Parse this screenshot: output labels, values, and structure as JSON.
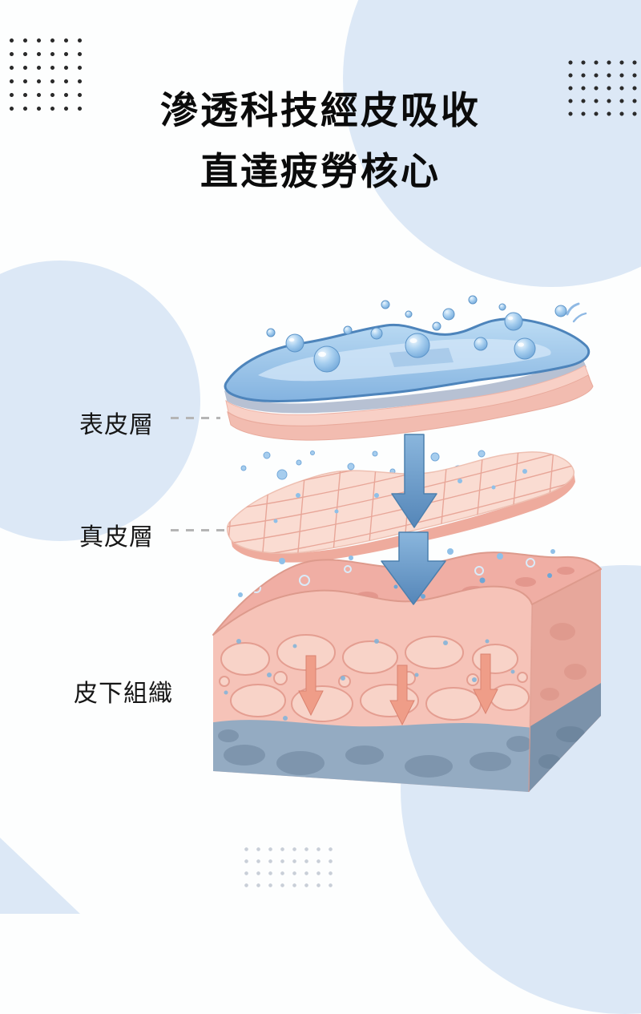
{
  "page": {
    "background_color": "#fdfefe",
    "accent_blob_color": "#dce8f6"
  },
  "title": {
    "line1": "滲透科技經皮吸收",
    "line2": "直達疲勞核心",
    "color": "#0b0b0b"
  },
  "diagram": {
    "labels": {
      "epidermis": "表皮層",
      "dermis": "真皮層",
      "subcutaneous": "皮下組織"
    },
    "colors": {
      "epidermis_surface": "#8db8e3",
      "epidermis_underside": "#f2bcb0",
      "dermis_sheet": "#fadcd2",
      "dermis_mesh_line": "#e49d8f",
      "tissue_front": "#f6c3b8",
      "tissue_base": "#94abc2",
      "absorption_arrow": "#5f93c3",
      "droplet": "#8fc0e8",
      "inner_arrow": "#ef9d88"
    }
  }
}
